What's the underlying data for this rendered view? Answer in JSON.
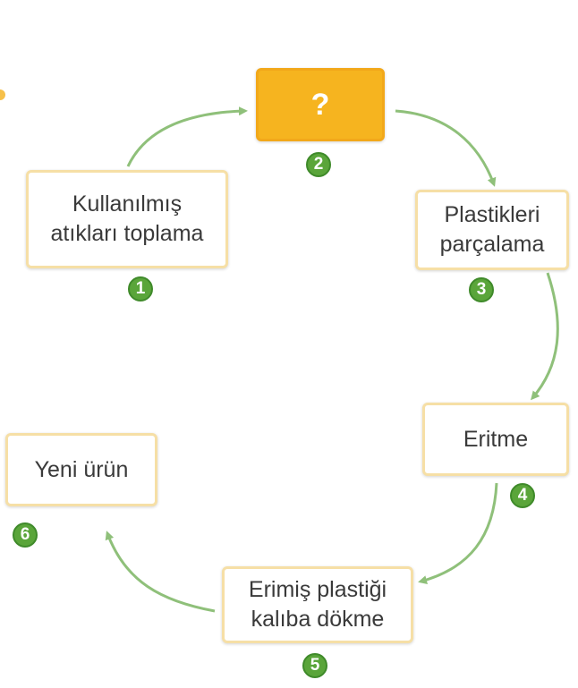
{
  "colors": {
    "box_border": "#f6dfa6",
    "unknown_fill": "#f6b41f",
    "badge_fill": "#5aa53a",
    "arrow": "#8fc07a",
    "text": "#3a3a3a"
  },
  "steps": [
    {
      "number": "1",
      "label": "Kullanılmış\natıkları toplama"
    },
    {
      "number": "2",
      "label": "?"
    },
    {
      "number": "3",
      "label": "Plastikleri\nparçalama"
    },
    {
      "number": "4",
      "label": "Eritme"
    },
    {
      "number": "5",
      "label": "Erimiş plastiği\nkalıba dökme"
    },
    {
      "number": "6",
      "label": "Yeni ürün"
    }
  ]
}
